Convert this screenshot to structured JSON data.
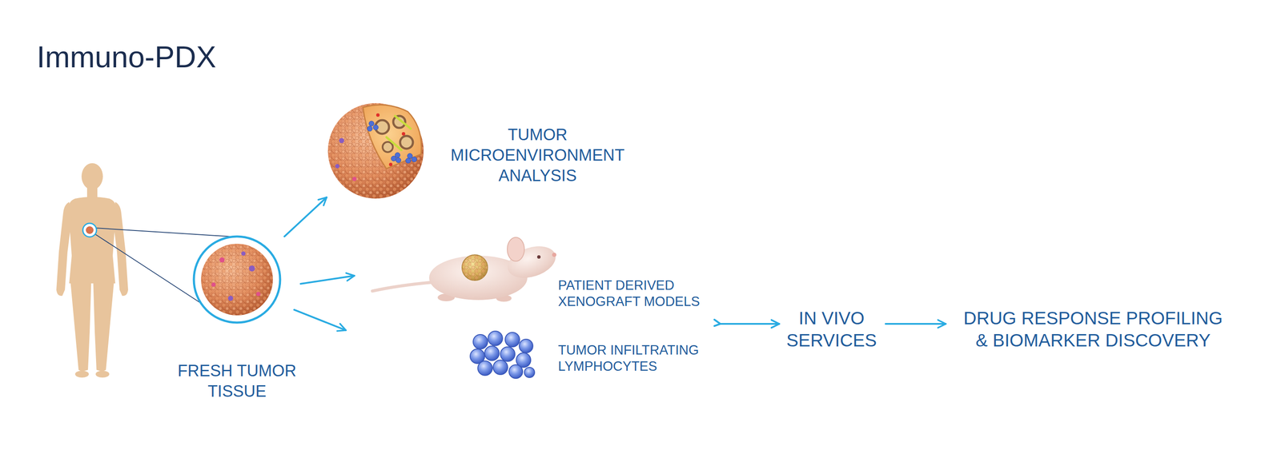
{
  "diagram": {
    "title": "Immuno-PDX",
    "nodes": [
      {
        "text": [
          "FRESH TUMOR TISSUE"
        ]
      },
      {
        "text": [
          "TUMOR MICROENVIRONMENT ANALYSIS"
        ]
      },
      {
        "text": [
          "PATIENT DERIVED XENOGRAFT MODELS"
        ]
      },
      {
        "text": [
          "TUMOR INFILTRATING LYMPHOCYTES"
        ]
      },
      {
        "text": [
          "IN VIVO SERVICES"
        ]
      },
      {
        "text": [
          "DRUG RESPONSE PROFILING & BIOMARKER DISCOVERY"
        ]
      }
    ],
    "edges": [
      {
        "from": 0,
        "to": 1,
        "arrow": "to"
      },
      {
        "from": 0,
        "to": 2,
        "arrow": "to"
      },
      {
        "from": 0,
        "to": 3,
        "arrow": "to"
      },
      {
        "from": 2,
        "to": 4,
        "arrow": "to"
      },
      {
        "from": 3,
        "to": 4,
        "arrow": "to"
      },
      {
        "from": 4,
        "to": 5,
        "arrow": "to"
      }
    ]
  }
}
